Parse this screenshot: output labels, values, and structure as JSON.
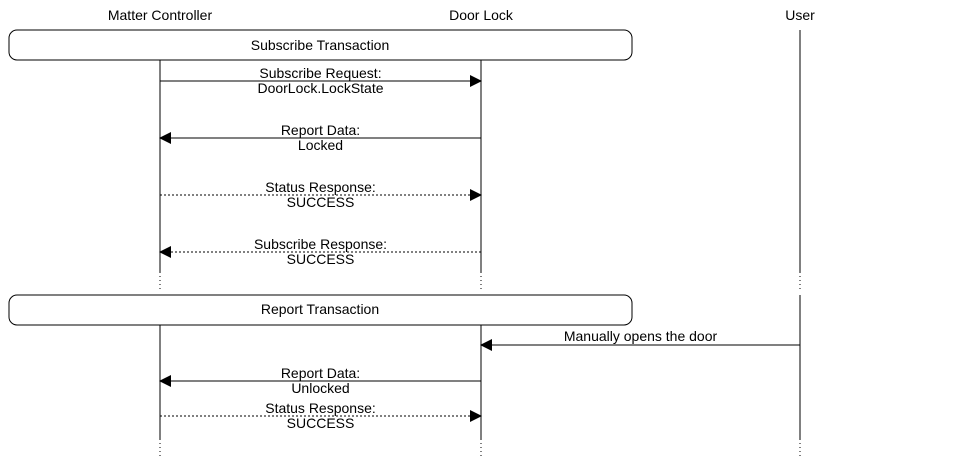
{
  "participants": [
    {
      "id": "controller",
      "name": "Matter Controller"
    },
    {
      "id": "lock",
      "name": "Door Lock"
    },
    {
      "id": "user",
      "name": "User"
    }
  ],
  "groups": [
    {
      "label": "Subscribe Transaction"
    },
    {
      "label": "Report Transaction"
    }
  ],
  "messages": [
    {
      "from": "controller",
      "to": "lock",
      "style": "solid",
      "lines": [
        "Subscribe Request:",
        "DoorLock.LockState"
      ]
    },
    {
      "from": "lock",
      "to": "controller",
      "style": "solid",
      "lines": [
        "Report Data:",
        "Locked"
      ]
    },
    {
      "from": "controller",
      "to": "lock",
      "style": "dotted",
      "lines": [
        "Status Response:",
        "SUCCESS"
      ]
    },
    {
      "from": "lock",
      "to": "controller",
      "style": "dotted",
      "lines": [
        "Subscribe Response:",
        "SUCCESS"
      ]
    },
    {
      "from": "user",
      "to": "lock",
      "style": "solid",
      "lines": [
        "Manually opens the door"
      ]
    },
    {
      "from": "lock",
      "to": "controller",
      "style": "solid",
      "lines": [
        "Report Data:",
        "Unlocked"
      ]
    },
    {
      "from": "controller",
      "to": "lock",
      "style": "dotted",
      "lines": [
        "Status Response:",
        "SUCCESS"
      ]
    }
  ],
  "colors": {
    "line": "#000000",
    "background": "#ffffff"
  }
}
